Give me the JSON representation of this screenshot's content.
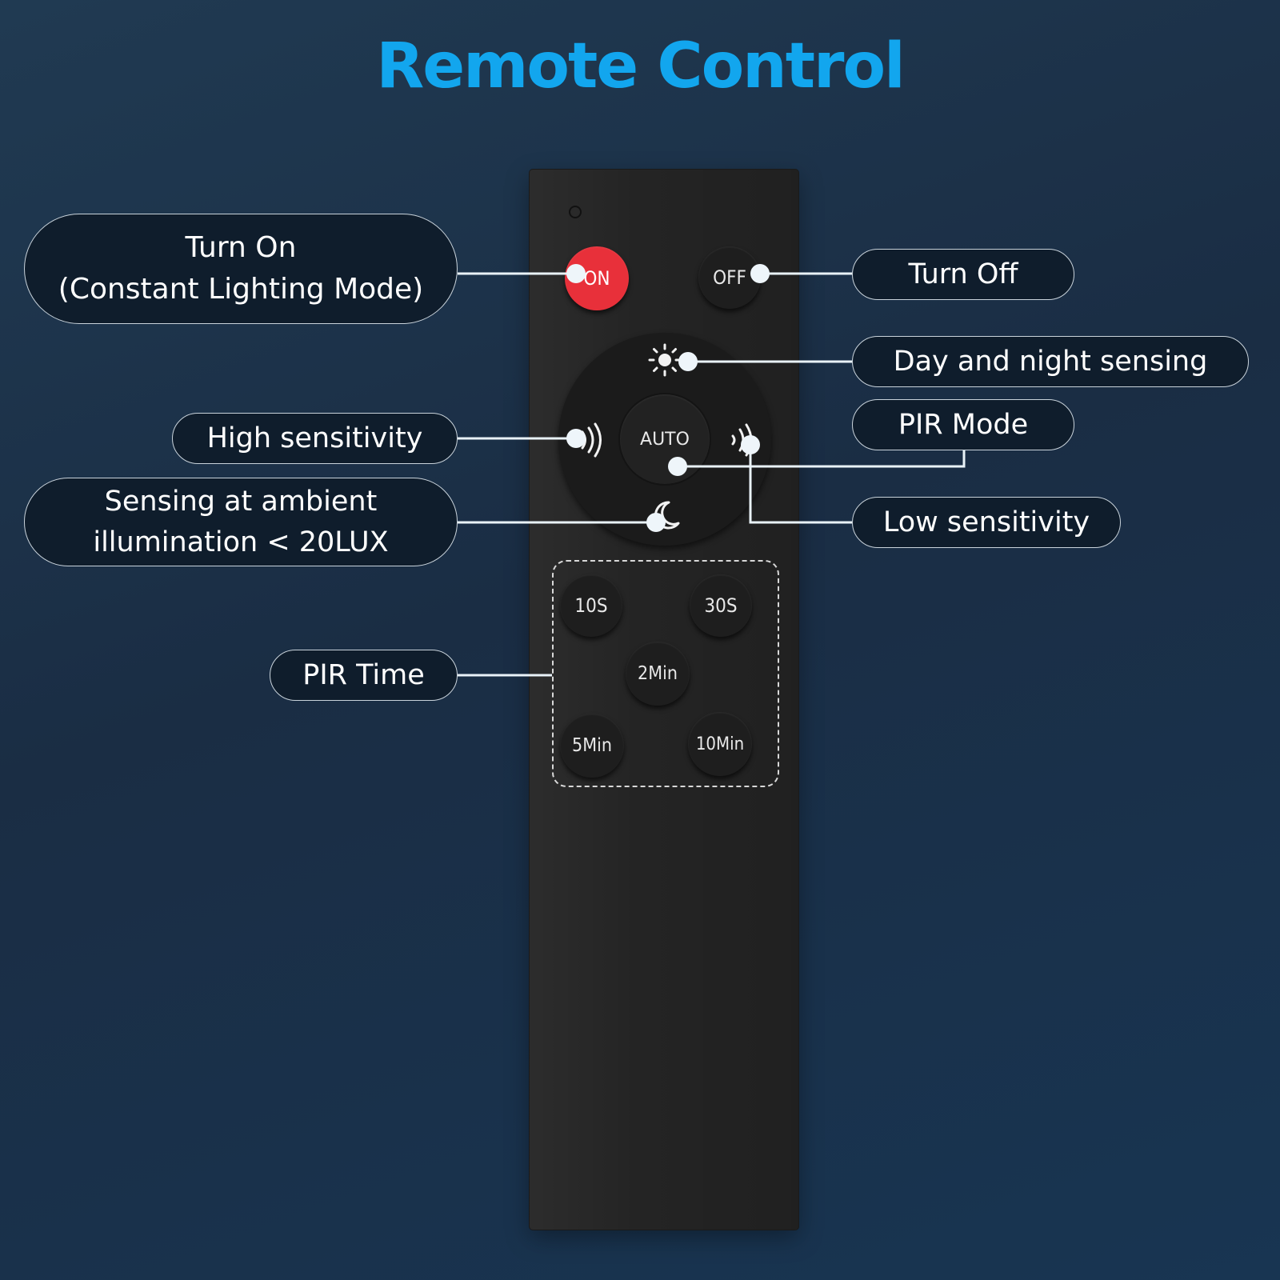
{
  "title": "Remote Control",
  "remote": {
    "buttons": {
      "on": "ON",
      "off": "OFF",
      "auto": "AUTO",
      "t10s": "10S",
      "t30s": "30S",
      "t2min": "2Min",
      "t5min": "5Min",
      "t10min": "10Min"
    },
    "icons": {
      "day_night": "sun-icon",
      "high_sensitivity": "signal-strong-icon",
      "low_sensitivity": "signal-weak-icon",
      "ambient": "moon-icon"
    }
  },
  "callouts": {
    "turn_on": [
      "Turn On",
      "(Constant Lighting Mode)"
    ],
    "turn_off": "Turn Off",
    "day_night": "Day and night sensing",
    "pir_mode": "PIR Mode",
    "high_sensitivity": "High sensitivity",
    "low_sensitivity": "Low sensitivity",
    "ambient": [
      "Sensing at ambient",
      "illumination < 20LUX"
    ],
    "pir_time": "PIR Time"
  },
  "colors": {
    "title": "#12a6ee",
    "on_button": "#e8303a",
    "connector": "#e9f2f8"
  }
}
